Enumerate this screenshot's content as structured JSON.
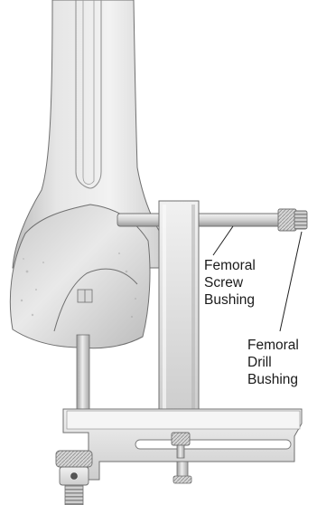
{
  "labels": {
    "femoral_screw_bushing": [
      "Femoral",
      "Screw",
      "Bushing"
    ],
    "femoral_drill_bushing": [
      "Femoral",
      "Drill",
      "Bushing"
    ]
  },
  "colors": {
    "bone_light": "#e4e4e4",
    "bone_shadow": "#b9b9b9",
    "metal_light": "#f0f0f0",
    "metal_mid": "#cfcfcf",
    "metal_dark": "#8a8a8a",
    "outline": "#6f6f6f",
    "leader_line": "#222222"
  }
}
